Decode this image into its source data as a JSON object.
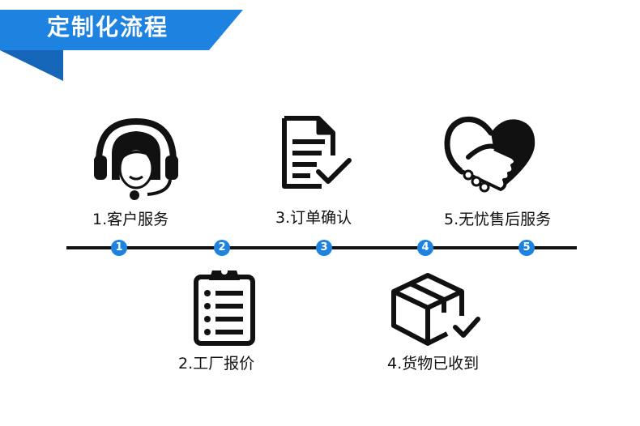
{
  "header": {
    "title": "定制化流程",
    "accent_color": "#1e83e0",
    "shadow_color": "#1565b8"
  },
  "process": {
    "steps": [
      {
        "number": "1",
        "label": "1.客户服务",
        "icon": "headset-agent-icon"
      },
      {
        "number": "2",
        "label": "2.工厂报价",
        "icon": "clipboard-list-icon"
      },
      {
        "number": "3",
        "label": "3.订单确认",
        "icon": "document-check-icon"
      },
      {
        "number": "4",
        "label": "4.货物已收到",
        "icon": "package-box-check-icon"
      },
      {
        "number": "5",
        "label": "5.无忧售后服务",
        "icon": "heart-handshake-icon"
      }
    ]
  }
}
